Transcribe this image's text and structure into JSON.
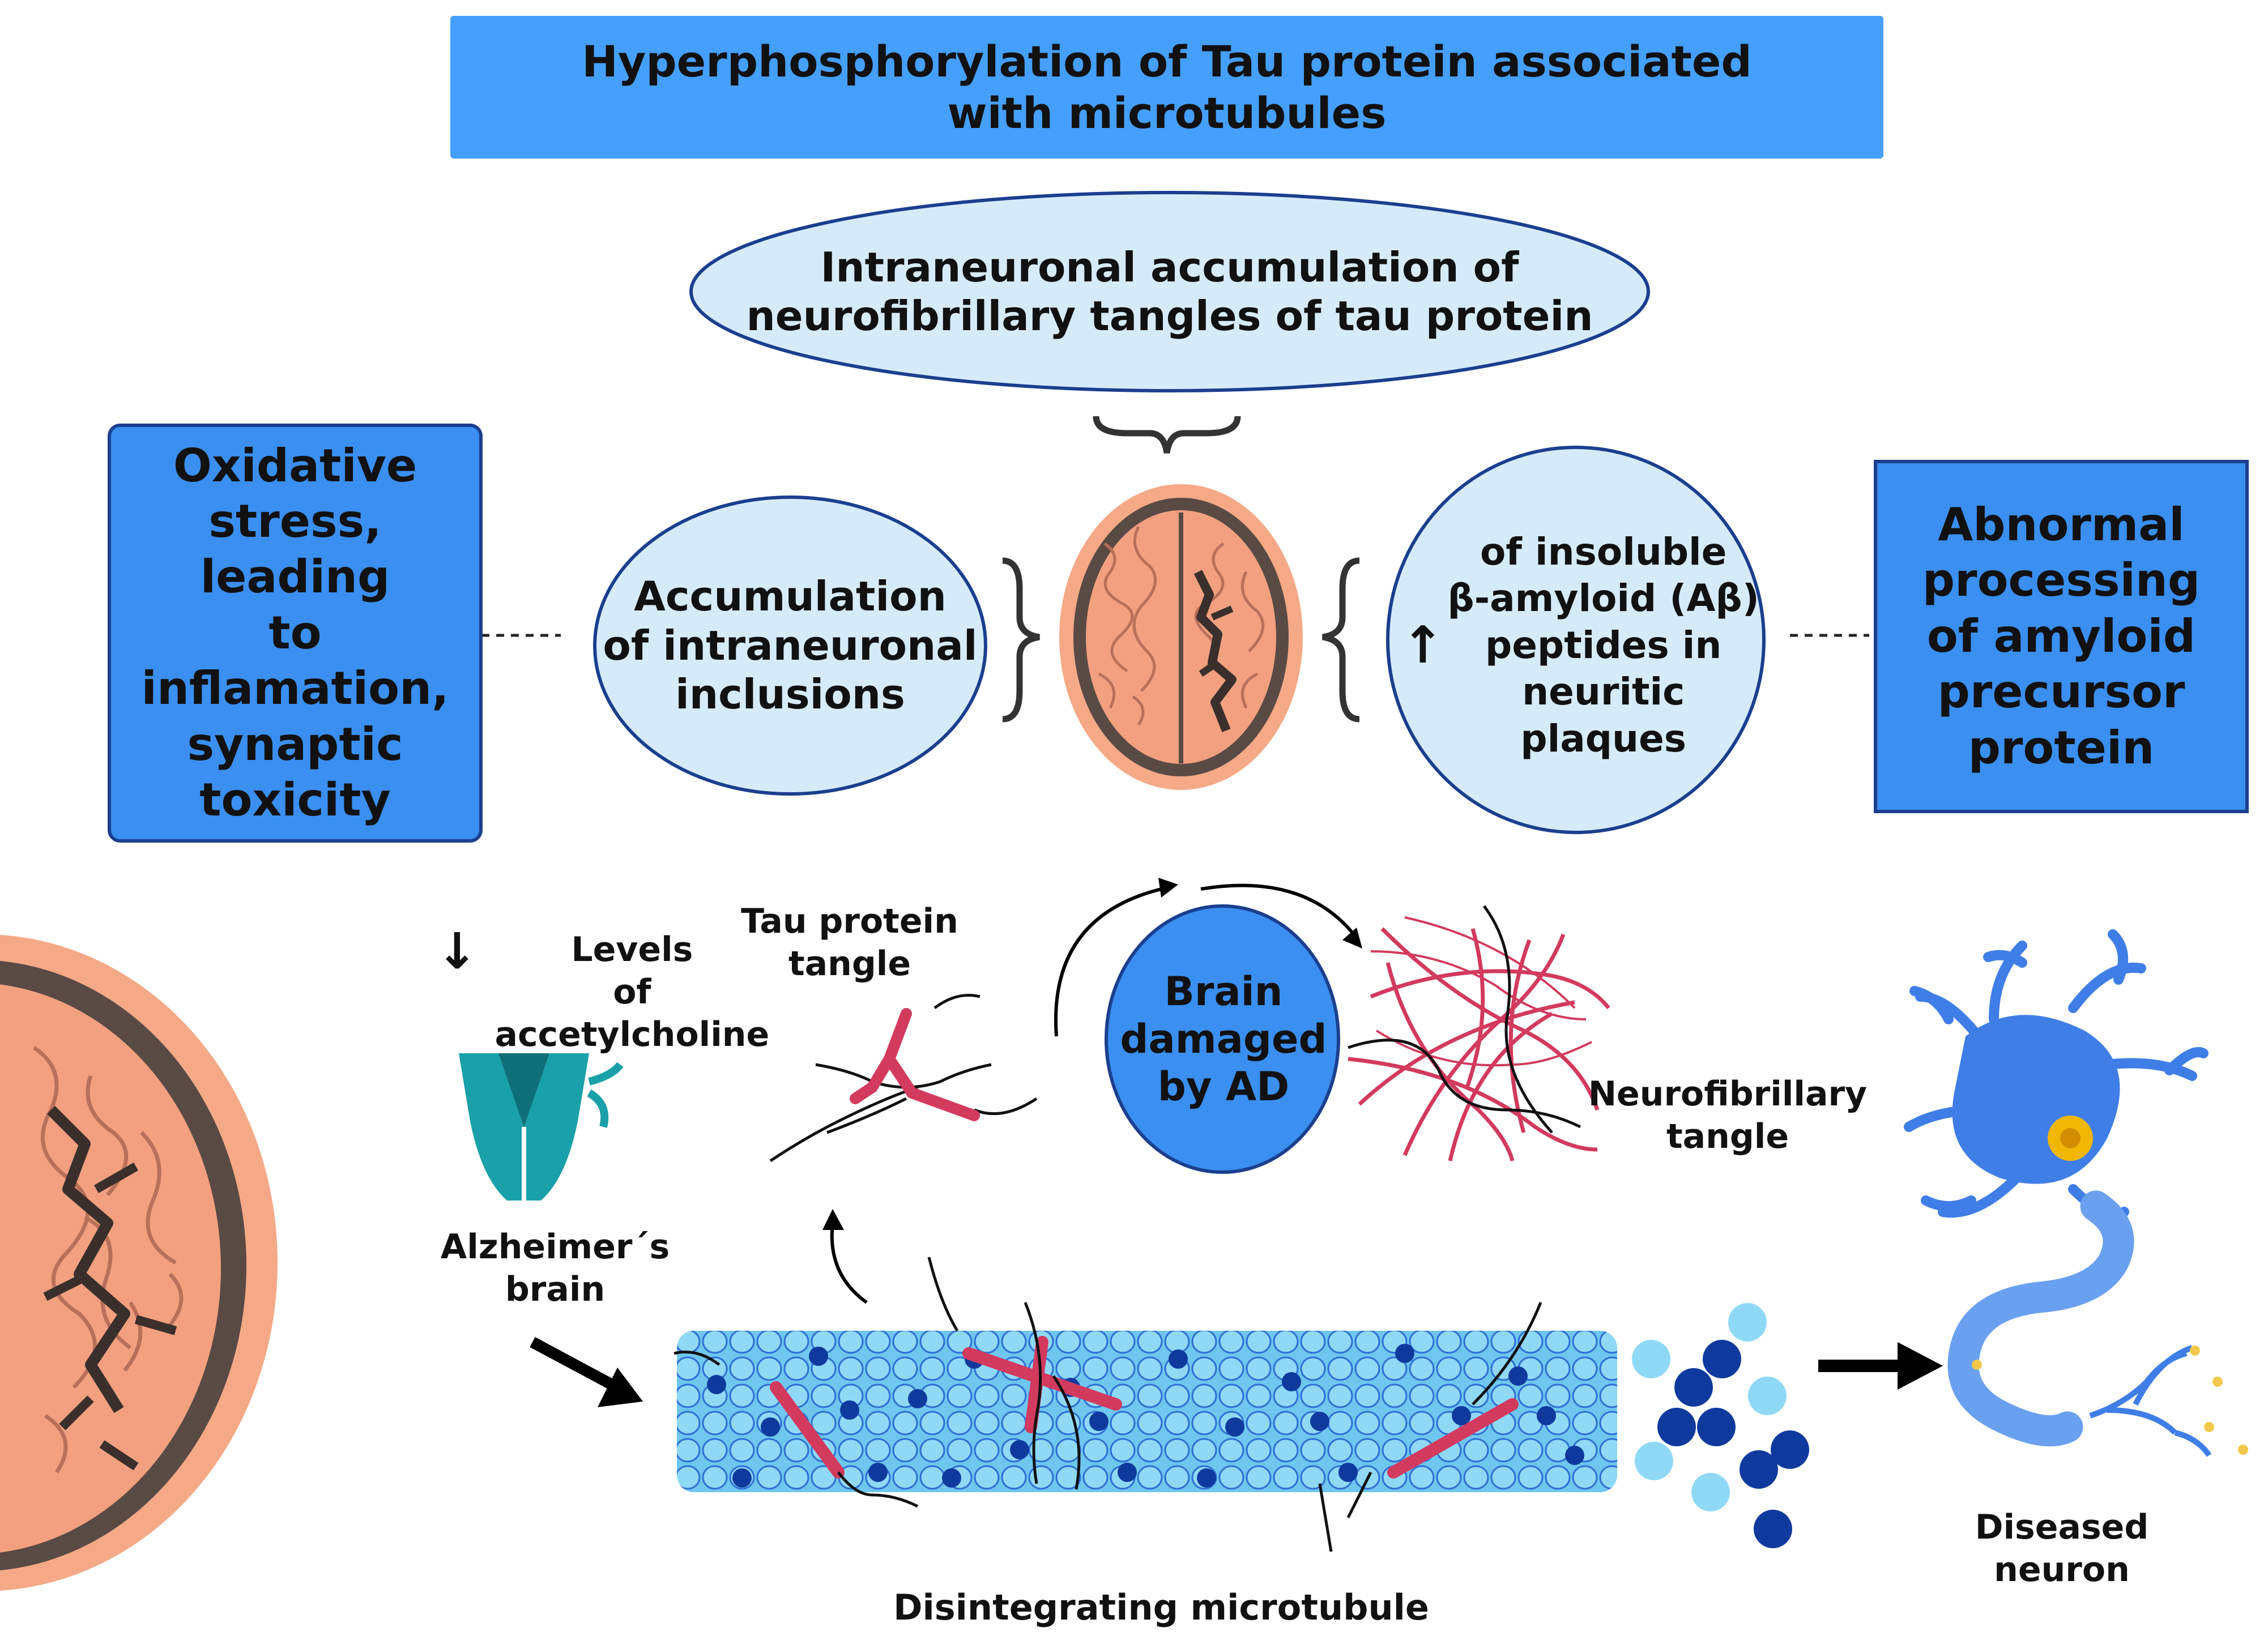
{
  "title_banner": "Hyperphosphorylation of Tau protein associated\nwith microtubules",
  "top_ellipse": "Intraneuronal accumulation of\nneurofibrillary tangles of tau protein",
  "left_box": "Oxidative\nstress, leading\nto\ninflamation,\nsynaptic\ntoxicity",
  "right_box": "Abnormal\nprocessing\nof amyloid\nprecursor\nprotein",
  "left_circle": "Accumulation\nof intraneuronal\ninclusions",
  "right_circle": {
    "arrow": "↑",
    "text": "of insoluble\nβ-amyloid (Aβ)\npeptides in\nneuritic\nplaques"
  },
  "center_circle": "Brain\ndamaged\nby AD",
  "acetylcholine": {
    "arrow": "↓",
    "text": "Levels\nof accetylcholine"
  },
  "alzheimer_label": "Alzheimer´s\nbrain",
  "tau_tangle_label": "Tau protein\ntangle",
  "neurofibrillary_label": "Neurofibrillary\ntangle",
  "microtubule_label": "Disintegrating microtubule",
  "neuron_label": "Diseased\nneuron",
  "colors": {
    "banner": "#459ffc",
    "box_fill": "#3a8ff0",
    "box_border": "#1b3f8f",
    "ellipse_fill": "#d6ebfa",
    "ellipse_border": "#1b3f8f",
    "tangle": "#d23a5e",
    "brain": "#f0a17f",
    "teal": "#1aa0a8"
  }
}
